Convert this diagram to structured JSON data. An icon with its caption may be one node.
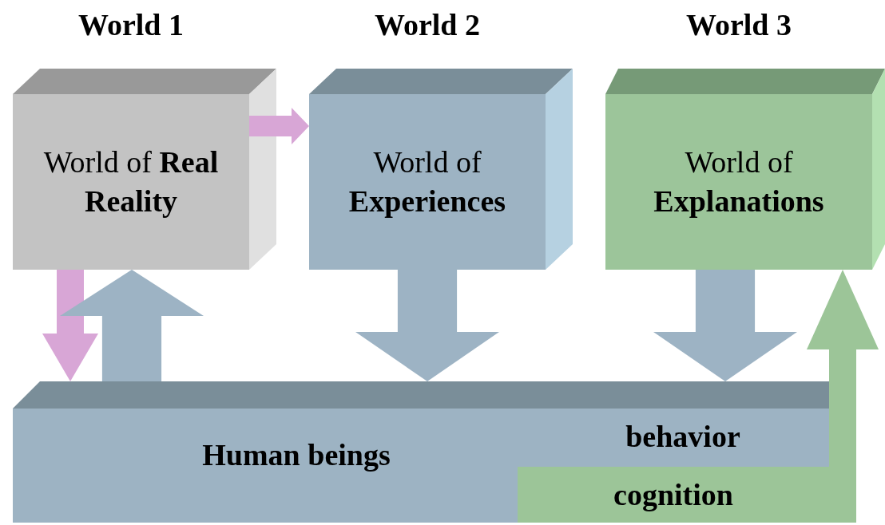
{
  "diagram": {
    "nodes": [
      {
        "text": [
          "World 1",
          "World of **Real Reality**"
        ]
      },
      {
        "text": [
          "World 2",
          "World of **Experiences**"
        ]
      },
      {
        "text": [
          "World 3",
          "World of **Explanations**"
        ]
      },
      {
        "text": [
          "Human beings"
        ]
      },
      {
        "text": [
          "cognition"
        ]
      }
    ],
    "edges": [
      {
        "from": 0,
        "to": 1,
        "arrow": "to",
        "color": "#d8a6d6"
      },
      {
        "from": 0,
        "to": 3,
        "arrow": "to",
        "color": "#d8a6d6"
      },
      {
        "from": 3,
        "to": 0,
        "arrow": "to",
        "style": "thick"
      },
      {
        "from": 1,
        "to": 3,
        "arrow": "to",
        "style": "thick"
      },
      {
        "from": 2,
        "to": 3,
        "arrow": "to",
        "style": "thick"
      },
      {
        "from": 4,
        "to": 2,
        "arrow": "to",
        "color": "#9cc598"
      }
    ],
    "labels": [
      "behavior"
    ]
  }
}
